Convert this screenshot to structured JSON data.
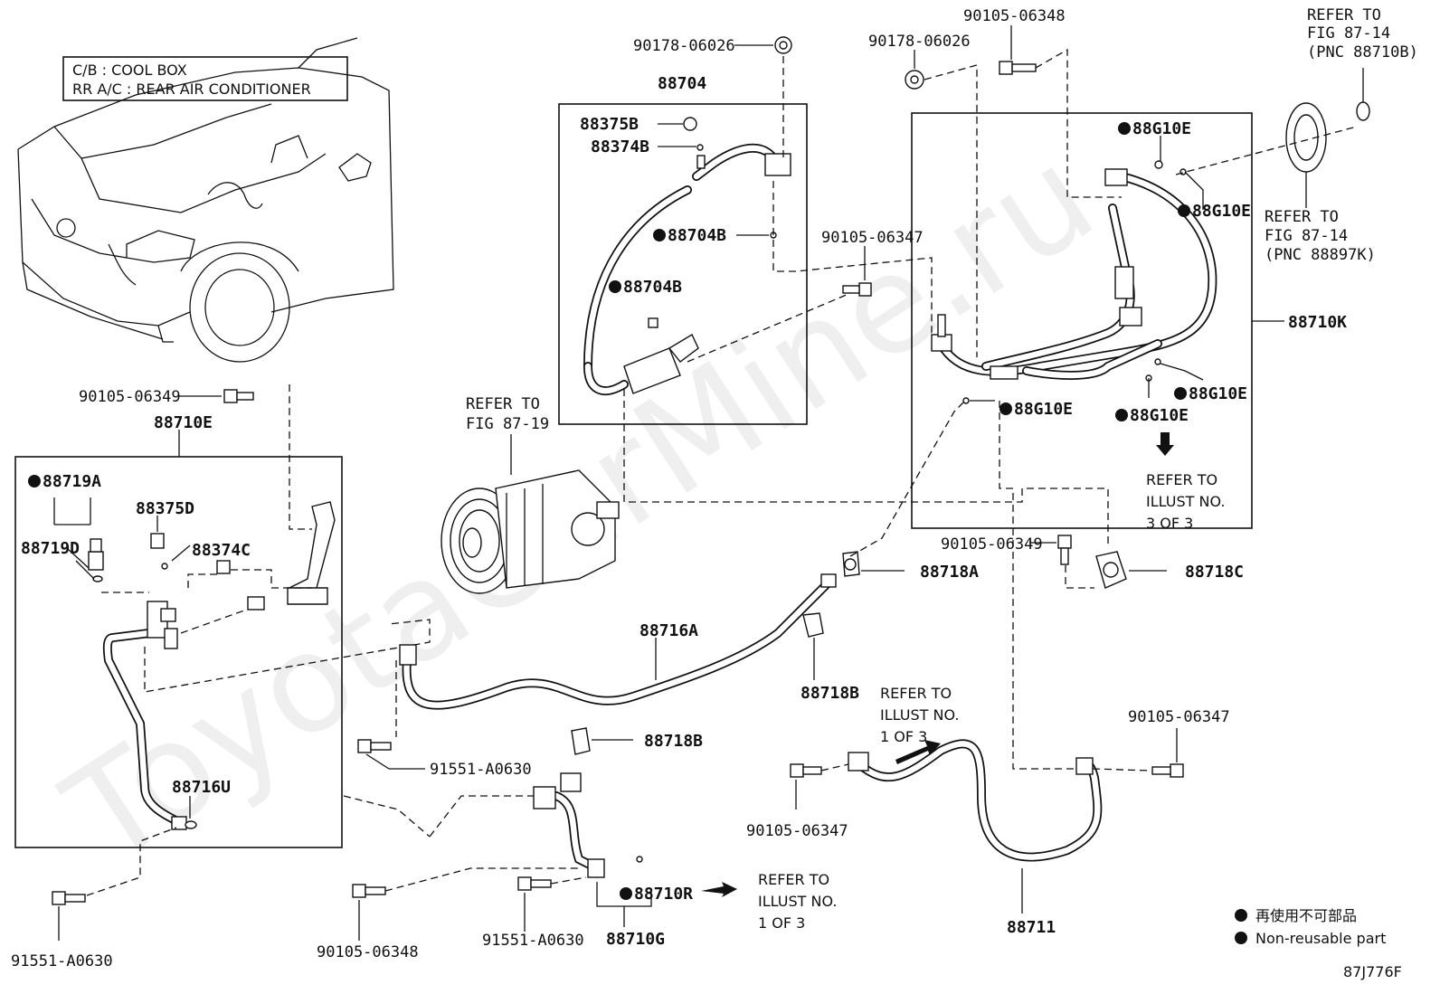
{
  "legend_box": {
    "line1": "C/B  :  COOL BOX",
    "line2": "RR A/C  :  REAR AIR CONDITIONER"
  },
  "parts": {
    "p_90178_06026_a": "90178-06026",
    "p_88704": "88704",
    "p_88375B": "88375B",
    "p_88374B": "88374B",
    "p_88704B_a": "88704B",
    "p_88704B_b": "88704B",
    "p_90178_06026_b": "90178-06026",
    "p_90105_06348_top": "90105-06348",
    "p_88G10E_1": "88G10E",
    "p_88G10E_2": "88G10E",
    "p_88G10E_3": "88G10E",
    "p_88G10E_4": "88G10E",
    "p_88G10E_5": "88G10E",
    "p_90105_06347_a": "90105-06347",
    "p_88710K": "88710K",
    "p_90105_06349_a": "90105-06349",
    "p_88710E": "88710E",
    "p_88719A": "88719A",
    "p_88375D": "88375D",
    "p_88719D": "88719D",
    "p_88374C": "88374C",
    "p_90105_06349_b": "90105-06349",
    "p_88718C": "88718C",
    "p_88718A": "88718A",
    "p_88716A": "88716A",
    "p_88718B_a": "88718B",
    "p_88718B_b": "88718B",
    "p_91551_A0630_a": "91551-A0630",
    "p_88716U": "88716U",
    "p_90105_06347_b": "90105-06347",
    "p_90105_06347_c": "90105-06347",
    "p_91551_A0630_b": "91551-A0630",
    "p_90105_06348_bot": "90105-06348",
    "p_91551_A0630_c": "91551-A0630",
    "p_88710R": "88710R",
    "p_88710G": "88710G",
    "p_88711": "88711"
  },
  "refs": {
    "fig_87_14_b": [
      "REFER TO",
      "FIG 87-14",
      "(PNC 88710B)"
    ],
    "fig_87_14_k": [
      "REFER TO",
      "FIG 87-14",
      "(PNC 88897K)"
    ],
    "fig_87_19": [
      "REFER TO",
      "FIG 87-19"
    ],
    "illust_3": [
      "REFER TO",
      "ILLUST NO.",
      "3 OF 3"
    ],
    "illust_1a": [
      "REFER TO",
      "ILLUST NO.",
      "1 OF 3"
    ],
    "illust_1b": [
      "REFER TO",
      "ILLUST NO.",
      "1 OF 3"
    ]
  },
  "key": {
    "jp": "再使用不可部品",
    "en": "Non-reusable part"
  },
  "figure_code": "87J776F",
  "watermark": "ToyotaCarMine.ru"
}
